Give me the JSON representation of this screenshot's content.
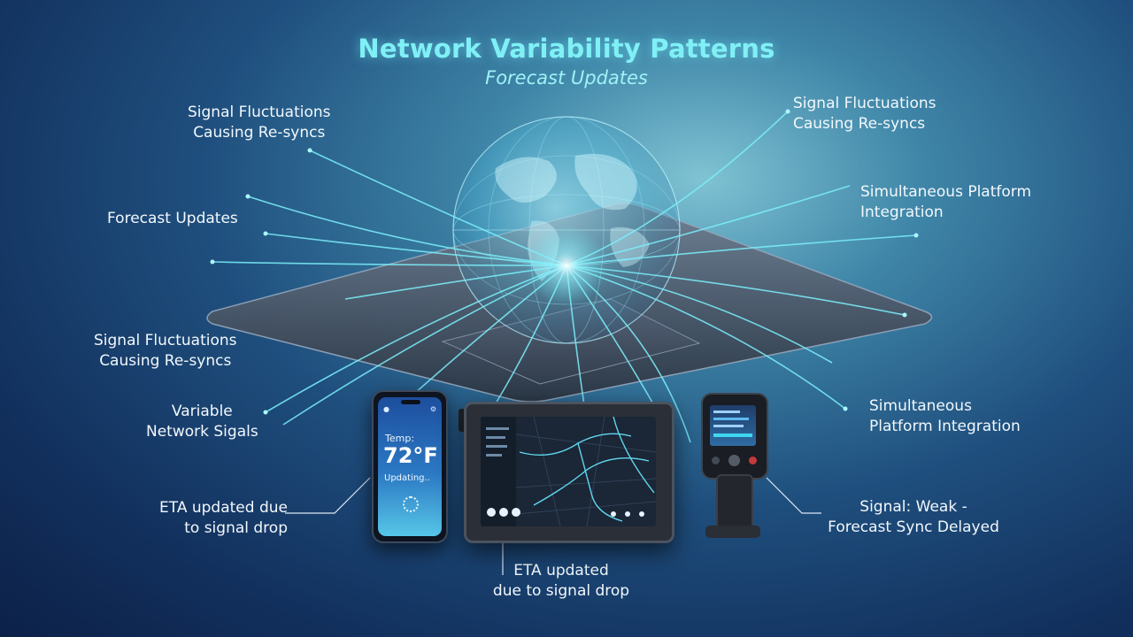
{
  "title": "Network Variability Patterns",
  "subtitle": "Forecast Updates",
  "labels": {
    "top_left": [
      "Signal Fluctuations",
      "Causing Re-syncs"
    ],
    "mid_left": "Forecast Updates",
    "lower_left": [
      "Signal Fluctuations",
      "Causing Re-syncs"
    ],
    "variable_left": [
      "Variable",
      "Network Sigals"
    ],
    "eta_left": [
      "ETA updated due",
      "to signal drop"
    ],
    "top_right": [
      "Signal Fluctuations",
      "Causing Re-syncs"
    ],
    "mid_right": [
      "Simultaneous Platform",
      "Integration"
    ],
    "lower_right": [
      "Simultaneous",
      "Platform Integration"
    ],
    "signal_right": [
      "Signal: Weak -",
      "Forecast Sync Delayed"
    ],
    "eta_bottom": [
      "ETA updated",
      "due to signal drop"
    ]
  },
  "phone": {
    "temp_label": "Temp:",
    "temp_value": "72°F",
    "status": "Updating.."
  },
  "colors": {
    "accent": "#7ff0f6",
    "glow": "#5fe6f5",
    "background_dark": "#12305d"
  }
}
